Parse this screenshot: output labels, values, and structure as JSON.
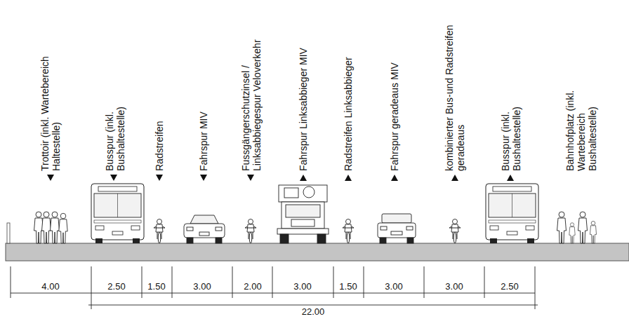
{
  "diagram": {
    "labels": [
      "Trottoir (inkl. Wartebereich Haltestelle)",
      "Busspur (inkl. Bushaltestelle)",
      "Radstreifen",
      "Fahrspur MIV",
      "Fussgängerschutzinsel / Linksabbiegespur Veloverkehr",
      "Fahrspur Linksabbieger MIV",
      "Radstreifen Linksabbieger",
      "Fahrspur geradeaus MIV",
      "kombinierter Bus-und Radstreifen geradeaus",
      "Busspur (inkl. Bushaltestelle)",
      "Bahnhofplatz (inkl. Wartebereich Bushaltestelle)",
      "4.00",
      "2.50",
      "1.50",
      "3.00",
      "2.00",
      "3.00",
      "1.50",
      "3.00",
      "3.00",
      "2.50",
      "22.00"
    ]
  }
}
